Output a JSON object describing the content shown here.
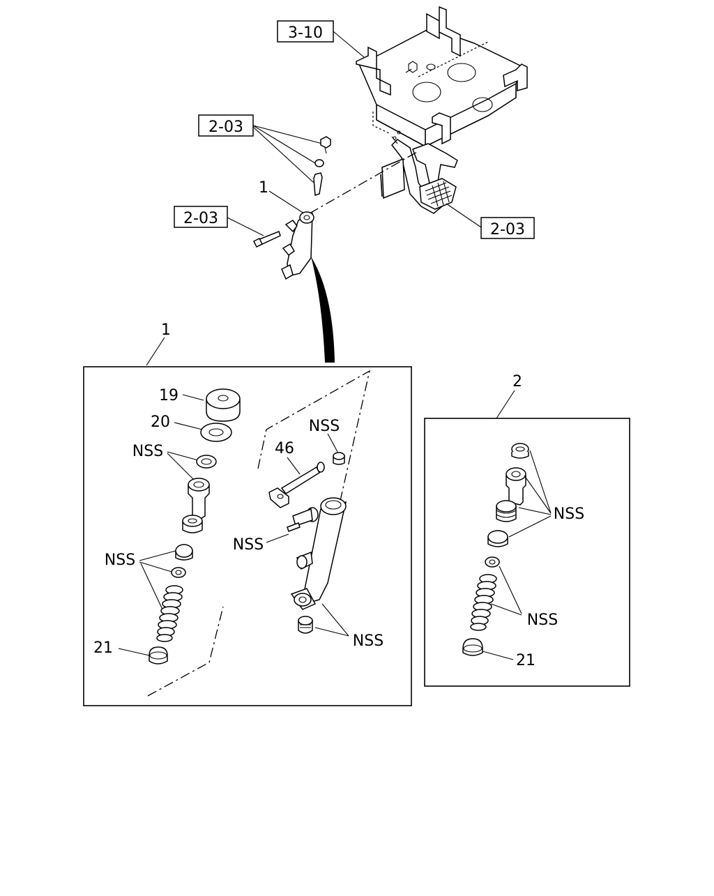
{
  "references": {
    "ref_3_10": "3-10",
    "ref_2_03_top": "2-03",
    "ref_2_03_left": "2-03",
    "ref_2_03_right": "2-03"
  },
  "callouts": {
    "assembly_1_label": "1",
    "top_part_1": "1",
    "panel_1_number": "1",
    "panel_2_number": "2",
    "p1_item_19": "19",
    "p1_item_20": "20",
    "p1_nss_seal": "NSS",
    "p1_nss_cup_spring": "NSS",
    "p1_item_21": "21",
    "p1_item_46": "46",
    "p1_nss_sleeve": "NSS",
    "p1_nss_pin": "NSS",
    "p1_nss_body": "NSS",
    "p2_nss_upper": "NSS",
    "p2_nss_lower": "NSS",
    "p2_item_21": "21"
  }
}
